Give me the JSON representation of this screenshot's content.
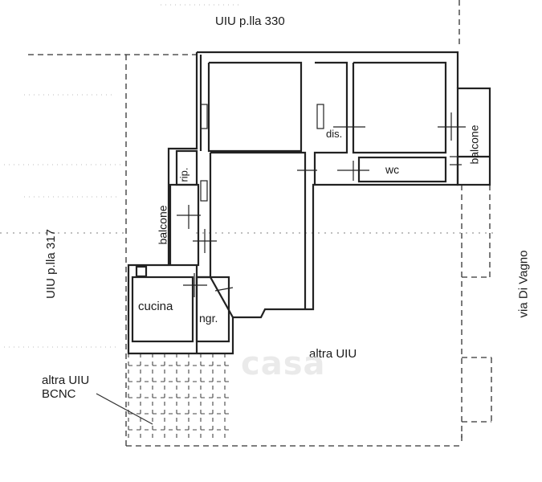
{
  "labels": {
    "neighbor_top": "UIU p.lla 330",
    "neighbor_left": "UIU p.lla 317",
    "street": "via Di Vagno",
    "other_unit_right": "altra UIU",
    "other_unit_bottom": "altra UIU",
    "bcnc": "BCNC"
  },
  "rooms": {
    "kitchen": "cucina",
    "entrance": "ngr.",
    "storage": "rip.",
    "balcony_left": "balcone",
    "balcony_right": "balcone",
    "landing": "dis.",
    "bathroom": "wc"
  },
  "watermark": "casa",
  "colors": {
    "ink": "#1a1a1a",
    "dash": "#333333",
    "wall": "#222222"
  }
}
